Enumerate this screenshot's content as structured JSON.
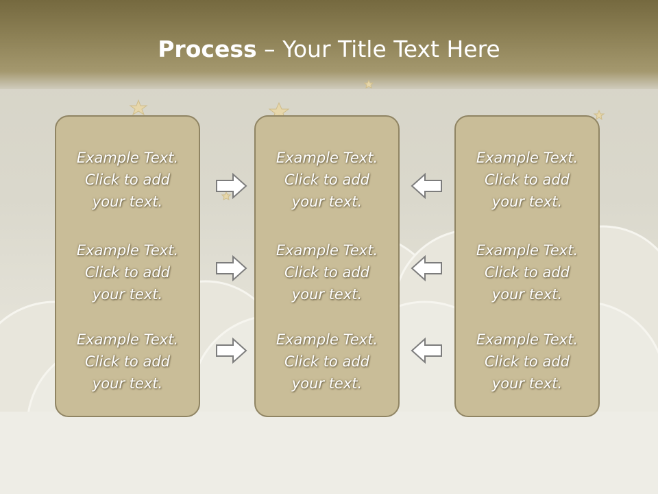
{
  "title": {
    "bold": "Process",
    "rest": " – Your Title Text Here"
  },
  "columns": [
    {
      "items": [
        [
          "Example Text.",
          "Click  to add",
          "your text."
        ],
        [
          "Example Text.",
          "Click  to add",
          "your text."
        ],
        [
          "Example Text.",
          "Click  to add",
          "your text."
        ]
      ]
    },
    {
      "items": [
        [
          "Example Text.",
          "Click  to add",
          "your text."
        ],
        [
          "Example Text.",
          "Click  to add",
          "your text."
        ],
        [
          "Example Text.",
          "Click  to add",
          "your text."
        ]
      ]
    },
    {
      "items": [
        [
          "Example Text.",
          "Click  to add",
          "your text."
        ],
        [
          "Example Text.",
          "Click  to add",
          "your text."
        ],
        [
          "Example Text.",
          "Click  to add",
          "your text."
        ]
      ]
    }
  ],
  "arrows": {
    "left_column": [
      "right-arrow-icon",
      "right-arrow-icon",
      "right-arrow-icon"
    ],
    "right_column": [
      "left-arrow-icon",
      "left-arrow-icon",
      "left-arrow-icon"
    ]
  },
  "colors": {
    "panel_fill": "#c9bd98",
    "panel_border": "#8f8463",
    "header": "#8f8358",
    "text": "#ffffff"
  }
}
